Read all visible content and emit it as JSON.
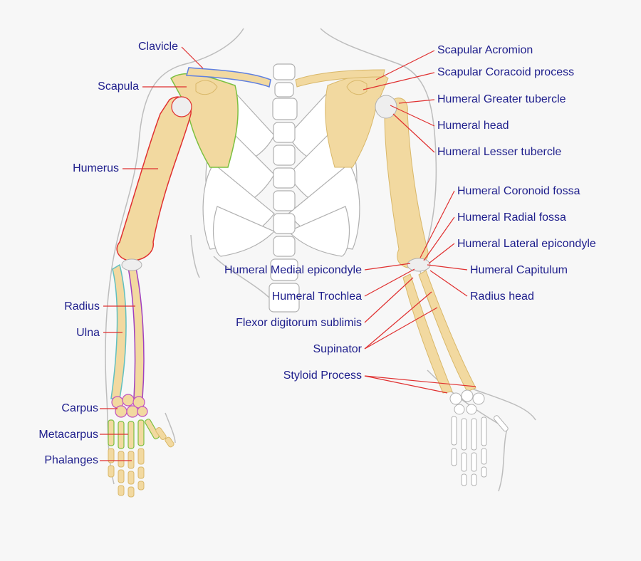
{
  "labels": {
    "clavicle": "Clavicle",
    "scapula": "Scapula",
    "humerus": "Humerus",
    "radius": "Radius",
    "ulna": "Ulna",
    "carpus": "Carpus",
    "metacarpus": "Metacarpus",
    "phalanges": "Phalanges",
    "scapular_acromion": "Scapular Acromion",
    "scapular_coracoid": "Scapular Coracoid process",
    "humeral_greater_tubercle": "Humeral Greater tubercle",
    "humeral_head": "Humeral head",
    "humeral_lesser_tubercle": "Humeral Lesser tubercle",
    "humeral_coronoid_fossa": "Humeral Coronoid fossa",
    "humeral_radial_fossa": "Humeral Radial fossa",
    "humeral_lateral_epicondyle": "Humeral Lateral epicondyle",
    "humeral_medial_epicondyle": "Humeral Medial epicondyle",
    "humeral_capitulum": "Humeral Capitulum",
    "humeral_trochlea": "Humeral Trochlea",
    "radius_head": "Radius head",
    "flexor_digitorum": "Flexor digitorum sublimis",
    "supinator": "Supinator",
    "styloid_process": "Styloid Process"
  },
  "colors": {
    "bone": "#f2d9a0",
    "bone_outline": "#d9b86a",
    "leader": "#e03030",
    "label_text": "#1e1e8c",
    "ribs": "#ffffff",
    "rib_outline": "#b0b0b0",
    "body_outline": "#bdbdbd",
    "humerus_highlight": "#e03030",
    "radius_highlight": "#a040c0",
    "ulna_highlight": "#60c0c0",
    "clavicle_highlight": "#6080e0",
    "scapula_highlight": "#7cc040",
    "background": "#f7f7f7"
  }
}
